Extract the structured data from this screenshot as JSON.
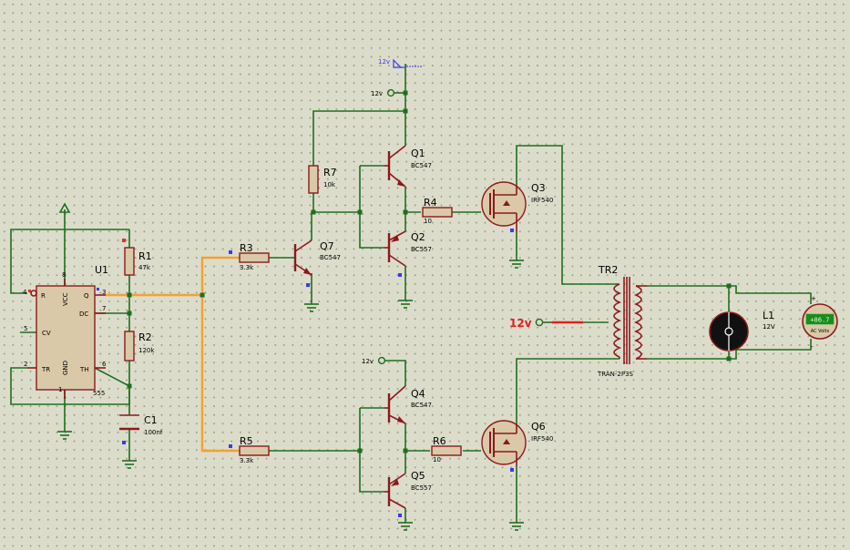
{
  "u1": {
    "ref": "U1",
    "chip": "555",
    "pins": {
      "r": "R",
      "vcc": "VCC",
      "q": "Q",
      "dc": "DC",
      "cv": "CV",
      "tr": "TR",
      "gnd": "GND",
      "th": "TH"
    },
    "pin_nums": {
      "p4": "4",
      "p8": "8",
      "p3": "3",
      "p7": "7",
      "p5": "5",
      "p2": "2",
      "p1": "1",
      "p6": "6"
    }
  },
  "r1": {
    "ref": "R1",
    "val": "47k"
  },
  "r2": {
    "ref": "R2",
    "val": "120k"
  },
  "c1": {
    "ref": "C1",
    "val": "100nf"
  },
  "r3": {
    "ref": "R3",
    "val": "3.3k"
  },
  "r5": {
    "ref": "R5",
    "val": "3.3k"
  },
  "r7": {
    "ref": "R7",
    "val": "10k"
  },
  "r4": {
    "ref": "R4",
    "val": "10"
  },
  "r6": {
    "ref": "R6",
    "val": "10"
  },
  "q7": {
    "ref": "Q7",
    "val": "BC547"
  },
  "q1": {
    "ref": "Q1",
    "val": "BC547"
  },
  "q2": {
    "ref": "Q2",
    "val": "BC557"
  },
  "q4": {
    "ref": "Q4",
    "val": "BC547"
  },
  "q5": {
    "ref": "Q5",
    "val": "BC557"
  },
  "q3": {
    "ref": "Q3",
    "val": "IRF540"
  },
  "q6": {
    "ref": "Q6",
    "val": "IRF540"
  },
  "tr2": {
    "ref": "TR2",
    "val": "TRAN-2P3S"
  },
  "l1": {
    "ref": "L1",
    "val": "12V"
  },
  "meter": {
    "reading": "+86.7",
    "label": "AC Volts",
    "plus": "+",
    "minus": "-"
  },
  "power": {
    "top_probe": "12v",
    "top_terminal": "12v",
    "mid_terminal": "12v",
    "tr_terminal": "12v"
  }
}
